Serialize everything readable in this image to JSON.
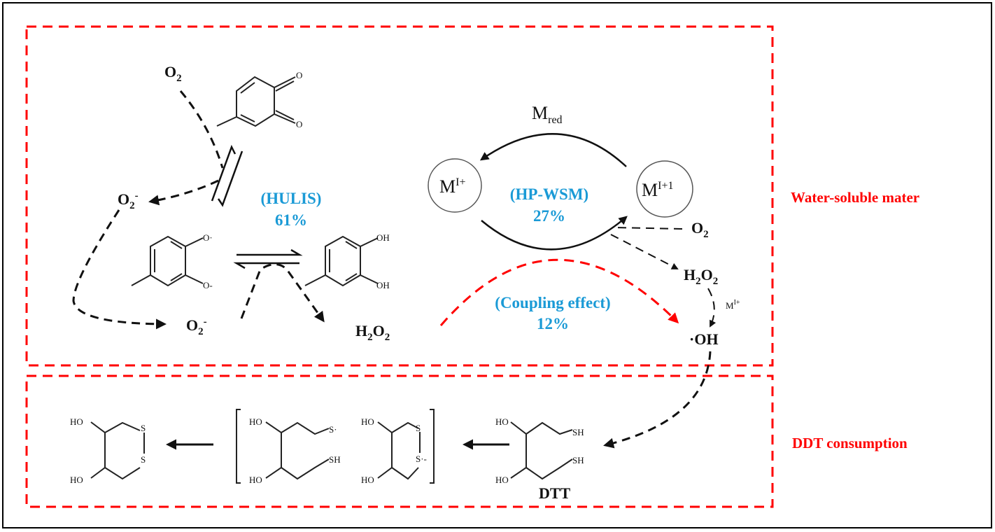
{
  "colors": {
    "accent_blue": "#1a9ad6",
    "accent_red": "#ff0000",
    "frame": "#000000"
  },
  "sections": {
    "water_soluble": "Water-soluble mater",
    "ddt": "DDT consumption"
  },
  "hulis": {
    "name": "(HULIS)",
    "percent": "61%"
  },
  "hpwsm": {
    "name": "(HP-WSM)",
    "percent": "27%"
  },
  "coupling": {
    "name": "(Coupling effect)",
    "percent": "12%"
  },
  "species": {
    "o2_top": {
      "base": "O",
      "sub": "2"
    },
    "o2_minus_left": {
      "base": "O",
      "sub": "2",
      "sup": "-"
    },
    "o2_minus_bottom": {
      "base": "O",
      "sub": "2",
      "sup": "-"
    },
    "h2o2_left": {
      "a": "H",
      "s1": "2",
      "b": "O",
      "s2": "2"
    },
    "o2_right": {
      "base": "O",
      "sub": "2"
    },
    "h2o2_right": {
      "a": "H",
      "s1": "2",
      "b": "O",
      "s2": "2"
    },
    "oh_radical": "·OH",
    "m_red": {
      "base": "M",
      "sub": "red"
    },
    "m_i": {
      "base": "M",
      "sup": "I+"
    },
    "m_i1": {
      "base": "M",
      "sup": "I+1"
    },
    "m_i_small": {
      "base": "M",
      "sup": "I+"
    },
    "dtt": "DTT"
  },
  "atoms": {
    "O": "O",
    "O_rad": "O·",
    "O_minus": "O-",
    "OH": "OH",
    "HO": "HO",
    "S": "S",
    "S_rad": "S·",
    "S_minus": "S·-",
    "SH": "SH"
  }
}
